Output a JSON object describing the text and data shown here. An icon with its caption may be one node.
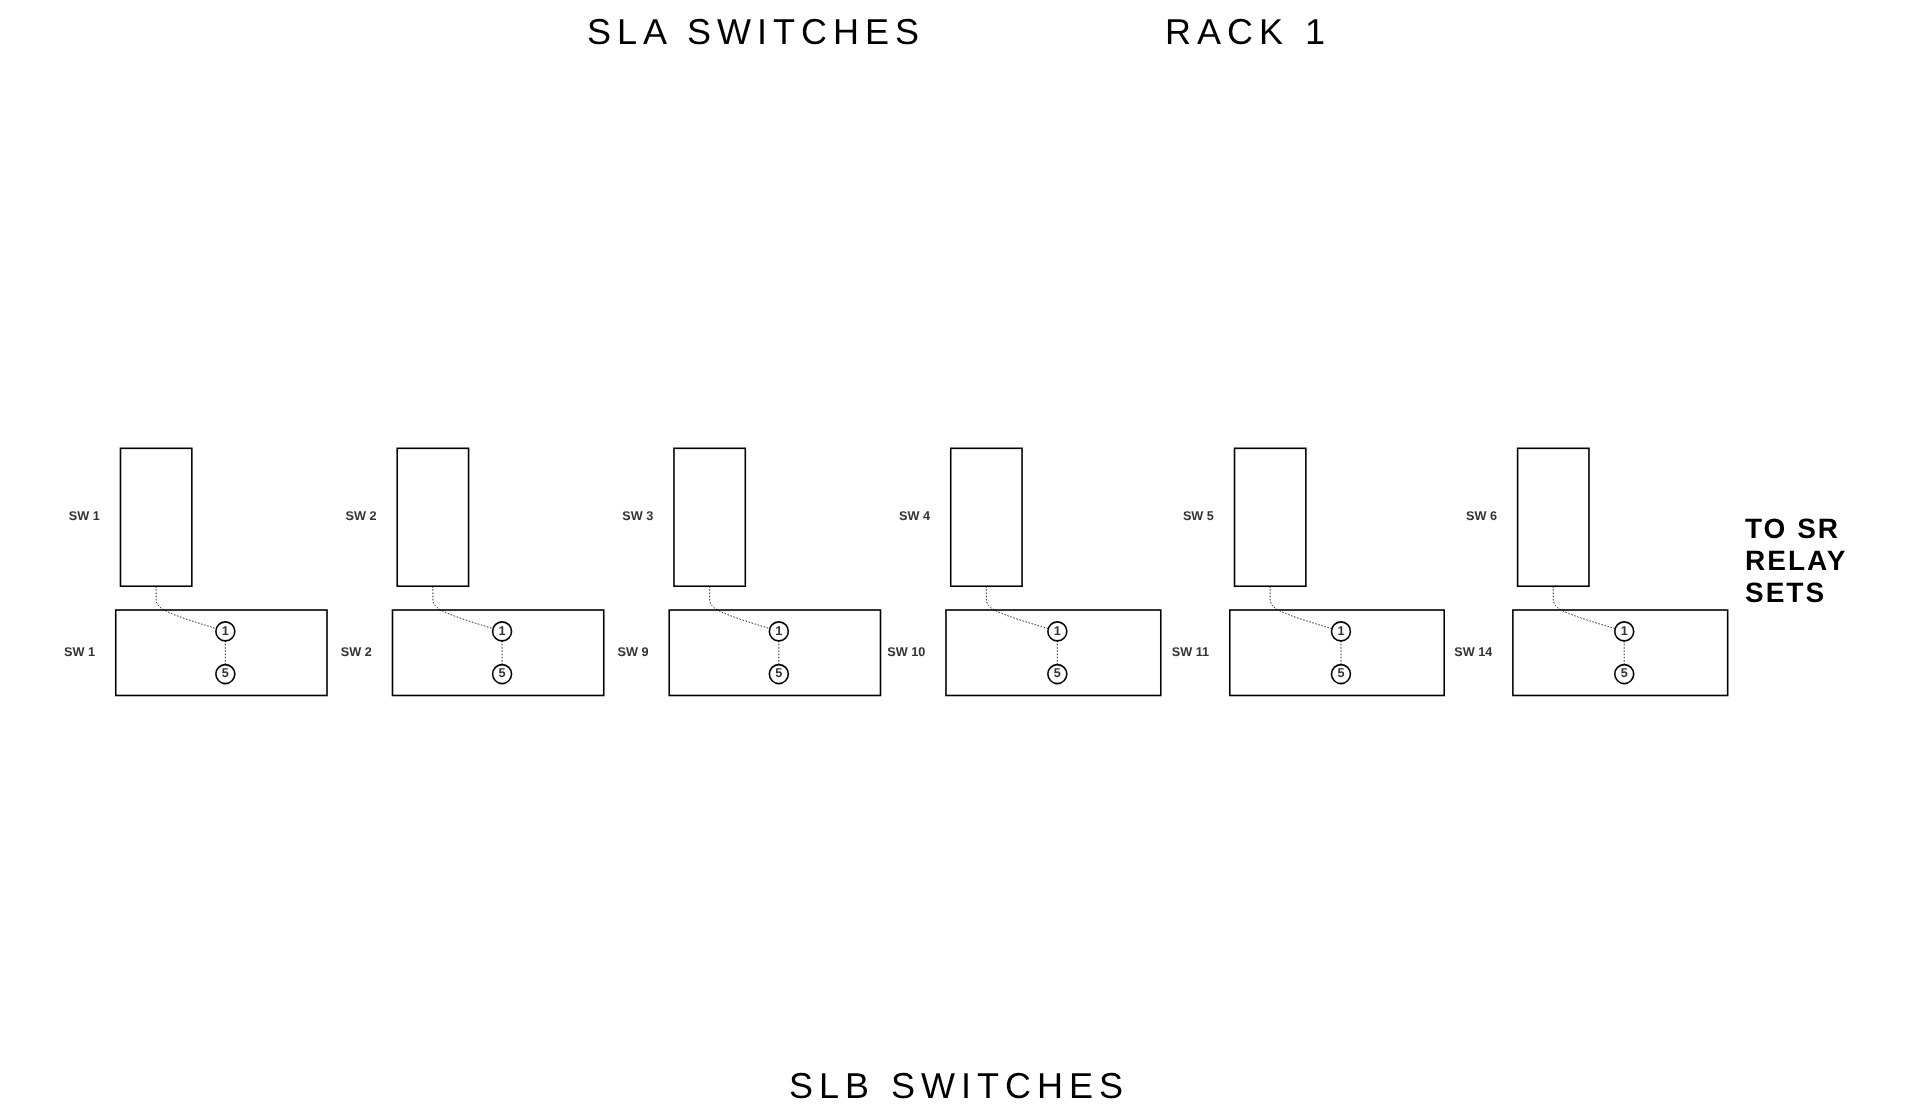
{
  "diagram": {
    "title": "SLA SWITCHES",
    "nodes": [
      {
        "text": [],
        "shape": "box",
        "beside": [
          "SW 1"
        ]
      },
      {
        "text": [],
        "shape": "box",
        "beside": [
          "SW 2"
        ]
      },
      {
        "text": [],
        "shape": "box",
        "beside": [
          "SW 3"
        ]
      },
      {
        "text": [],
        "shape": "box",
        "beside": [
          "SW 4"
        ]
      },
      {
        "text": [],
        "shape": "box",
        "beside": [
          "SW 5"
        ]
      },
      {
        "text": [],
        "shape": "box",
        "beside": [
          "SW 6"
        ]
      },
      {
        "text": [],
        "shape": "box",
        "beside": [
          "SW 1"
        ]
      },
      {
        "text": [
          "1"
        ],
        "in": 6
      },
      {
        "text": [
          "5"
        ],
        "in": 6
      },
      {
        "text": [],
        "shape": "box",
        "beside": [
          "SW 2"
        ]
      },
      {
        "text": [
          "1"
        ],
        "in": 9
      },
      {
        "text": [
          "5"
        ],
        "in": 9
      },
      {
        "text": [],
        "shape": "box",
        "beside": [
          "SW 9"
        ]
      },
      {
        "text": [
          "1"
        ],
        "in": 12
      },
      {
        "text": [
          "5"
        ],
        "in": 12
      },
      {
        "text": [],
        "shape": "box",
        "beside": [
          "SW 10"
        ]
      },
      {
        "text": [
          "1"
        ],
        "in": 15
      },
      {
        "text": [
          "5"
        ],
        "in": 15
      },
      {
        "text": [],
        "shape": "box",
        "beside": [
          "SW 11"
        ]
      },
      {
        "text": [
          "1"
        ],
        "in": 18
      },
      {
        "text": [
          "5"
        ],
        "in": 18
      },
      {
        "text": [],
        "shape": "box",
        "beside": [
          "SW 14"
        ]
      },
      {
        "text": [
          "1"
        ],
        "in": 21
      },
      {
        "text": [
          "5"
        ],
        "in": 21
      }
    ],
    "edges": [
      {
        "from": 0,
        "to": 7,
        "arrow": "none",
        "style": "dashed"
      },
      {
        "from": 7,
        "to": 8,
        "arrow": "none",
        "style": "dashed"
      },
      {
        "from": 1,
        "to": 10,
        "arrow": "none",
        "style": "dashed"
      },
      {
        "from": 10,
        "to": 11,
        "arrow": "none",
        "style": "dashed"
      },
      {
        "from": 2,
        "to": 13,
        "arrow": "none",
        "style": "dashed"
      },
      {
        "from": 13,
        "to": 14,
        "arrow": "none",
        "style": "dashed"
      },
      {
        "from": 3,
        "to": 16,
        "arrow": "none",
        "style": "dashed"
      },
      {
        "from": 16,
        "to": 17,
        "arrow": "none",
        "style": "dashed"
      },
      {
        "from": 4,
        "to": 19,
        "arrow": "none",
        "style": "dashed"
      },
      {
        "from": 19,
        "to": 20,
        "arrow": "none",
        "style": "dashed"
      },
      {
        "from": 5,
        "to": 22,
        "arrow": "none",
        "style": "dashed"
      },
      {
        "from": 22,
        "to": 23,
        "arrow": "none",
        "style": "dashed"
      }
    ],
    "labels": [
      "RACK 1",
      "TO SR RELAY SETS",
      "SLB SWITCHES"
    ]
  }
}
